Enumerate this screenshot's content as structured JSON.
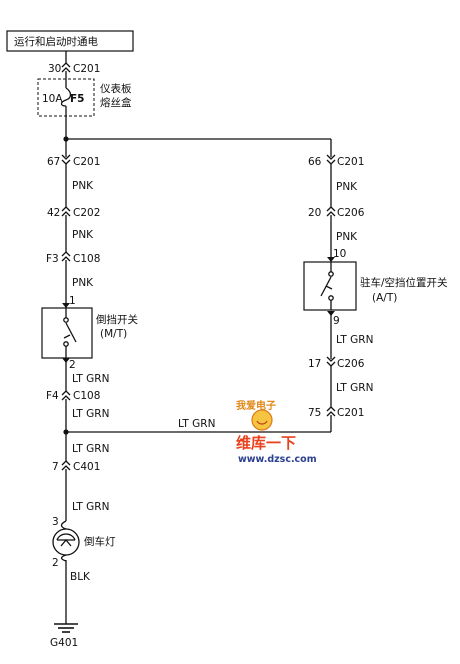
{
  "header": {
    "power_label": "运行和启动时通电"
  },
  "fuse": {
    "pin": "30",
    "connector": "C201",
    "rating": "10A",
    "id": "F5",
    "box_line1": "仪表板",
    "box_line2": "熔丝盒"
  },
  "left_branch": {
    "c201_pin": "67",
    "c201": "C201",
    "wire1": "PNK",
    "c202_pin": "42",
    "c202": "C202",
    "wire2": "PNK",
    "c108_pin": "F3",
    "c108": "C108",
    "wire3": "PNK",
    "switch_pin_top": "1",
    "switch_name": "倒挡开关",
    "switch_type": "(M/T)",
    "switch_pin_bottom": "2",
    "wire4": "LT GRN",
    "c108b_pin": "F4",
    "c108b": "C108",
    "wire5": "LT GRN",
    "splice_wire": "LT GRN",
    "wire6": "LT GRN",
    "c401_pin": "7",
    "c401": "C401",
    "wire7": "LT GRN",
    "lamp_pin_top": "3",
    "lamp_name": "倒车灯",
    "lamp_pin_bottom": "2",
    "ground_wire": "BLK",
    "ground_id": "G401"
  },
  "right_branch": {
    "c201_pin": "66",
    "c201": "C201",
    "wire1": "PNK",
    "c206_pin": "20",
    "c206": "C206",
    "wire2": "PNK",
    "switch_pin_top": "10",
    "switch_name": "驻车/空挡位置开关",
    "switch_type": "(A/T)",
    "switch_pin_bottom": "9",
    "wire3": "LT GRN",
    "c206b_pin": "17",
    "c206b": "C206",
    "wire4": "LT GRN",
    "c201b_pin": "75",
    "c201b": "C201"
  },
  "watermark": {
    "top": "我爱电子",
    "brand": "维库一下",
    "url": "www.dzsc.com"
  }
}
